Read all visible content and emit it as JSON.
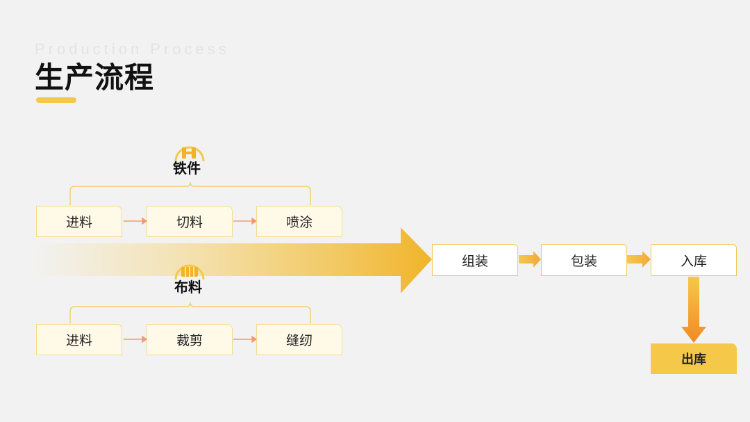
{
  "header": {
    "subtitle": "Production Process",
    "title": "生产流程"
  },
  "branch_iron": {
    "title": "铁件",
    "icon": "iron-parts-icon",
    "steps": [
      "进料",
      "切料",
      "喷涂"
    ]
  },
  "branch_fabric": {
    "title": "布料",
    "icon": "fabric-roll-icon",
    "steps": [
      "进料",
      "裁剪",
      "缝纫"
    ]
  },
  "main_flow": {
    "steps": [
      "组装",
      "包装",
      "入库"
    ],
    "final": "出库"
  },
  "colors": {
    "accent": "#f6c84a",
    "arrow": "#f0b429",
    "arrow_dark": "#f08a24",
    "box_fill": "#fff9e8",
    "box_border": "#f7d98a",
    "connector": "#f5cf6e",
    "small_arrow": "#f29b6e"
  }
}
